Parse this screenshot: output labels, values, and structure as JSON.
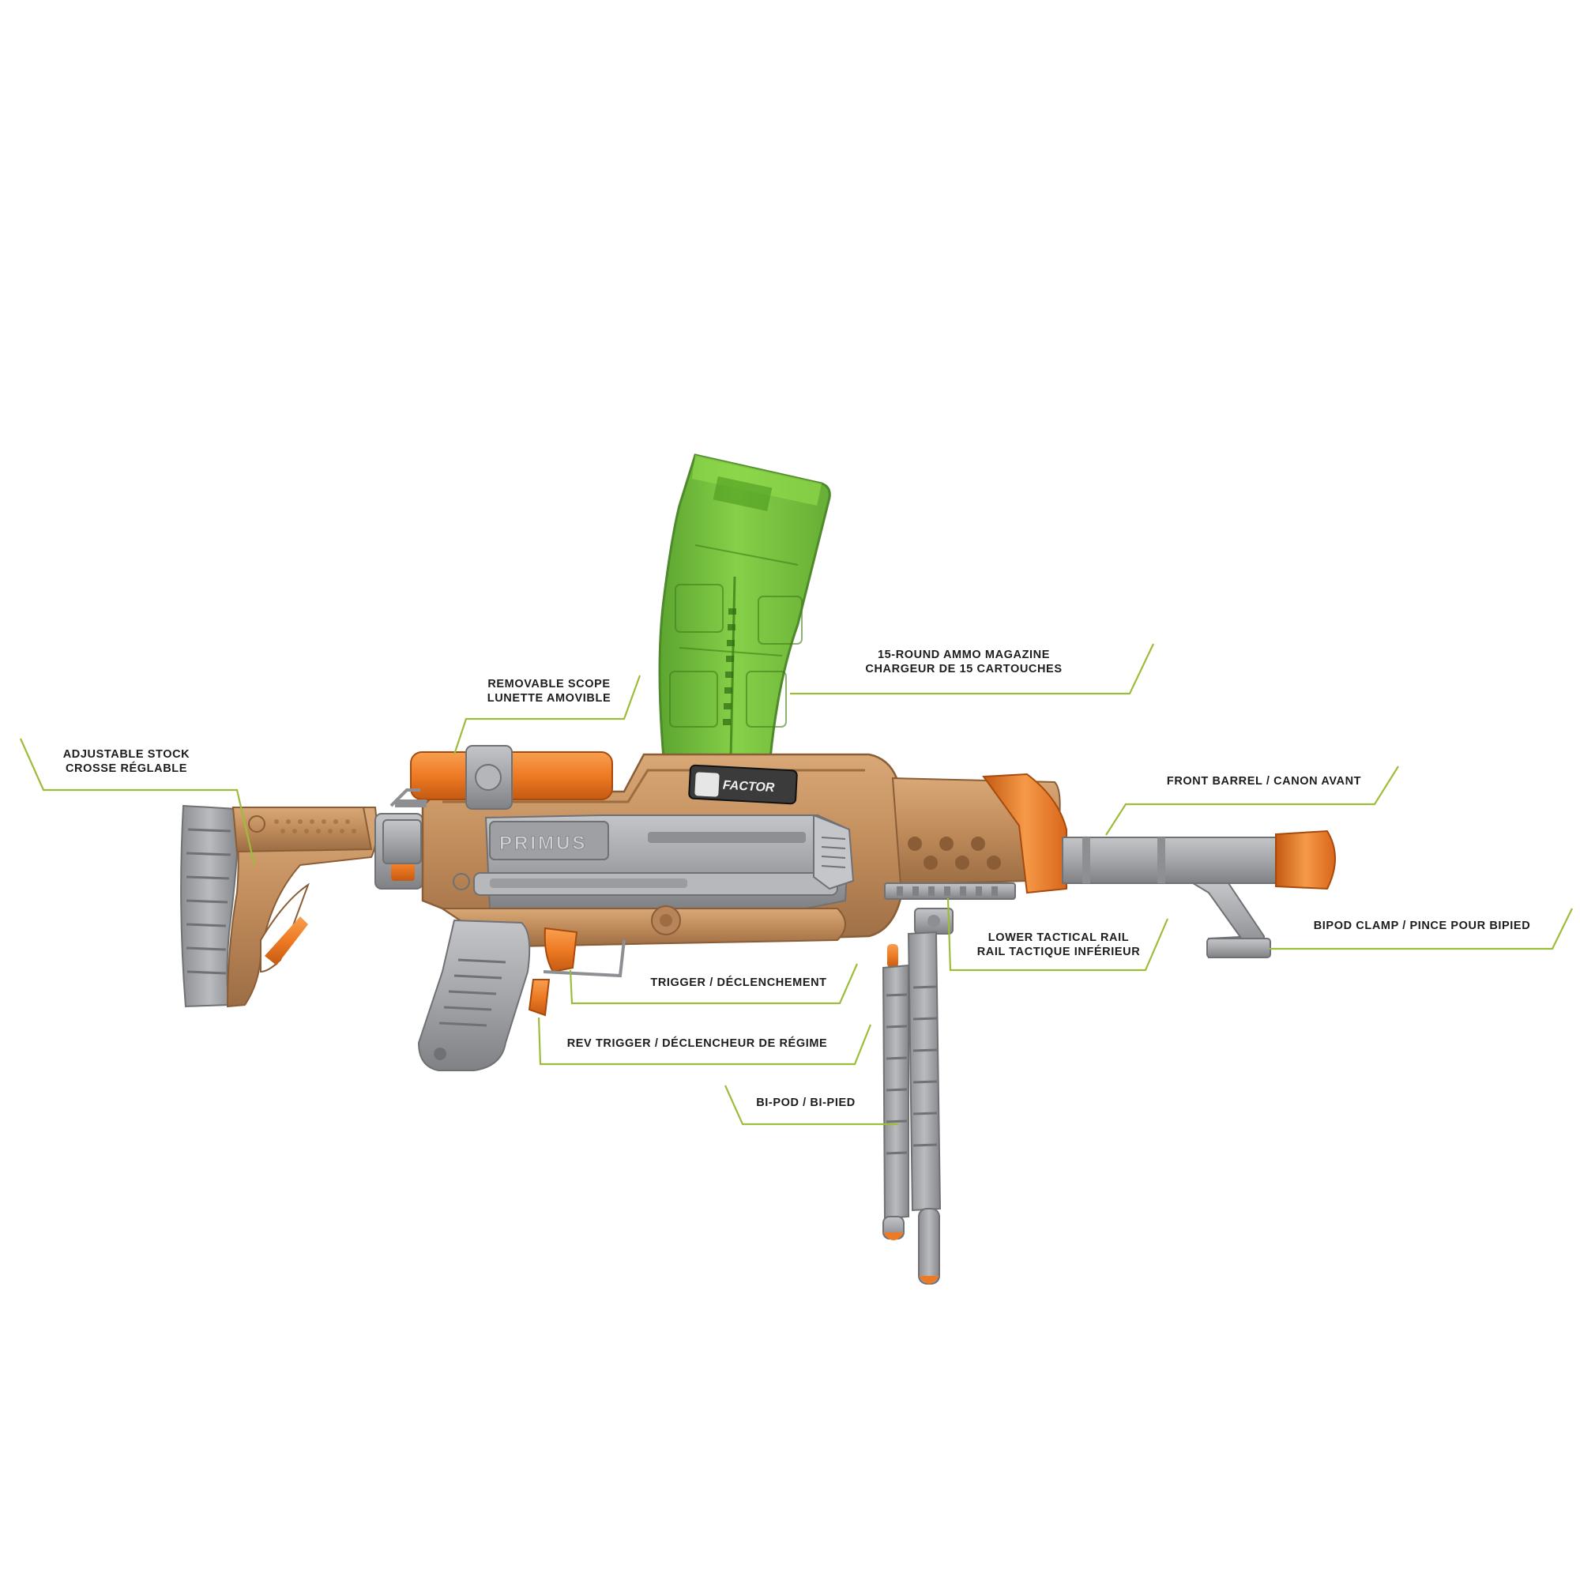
{
  "labels": {
    "magazine": {
      "en": "15-ROUND AMMO MAGAZINE",
      "fr": "CHARGEUR DE 15 CARTOUCHES"
    },
    "scope": {
      "en": "REMOVABLE SCOPE",
      "fr": "LUNETTE AMOVIBLE"
    },
    "stock": {
      "en": "ADJUSTABLE STOCK",
      "fr": "CROSSE RÉGLABLE"
    },
    "front_barrel": "FRONT BARREL / CANON AVANT",
    "lower_rail": {
      "en": "LOWER TACTICAL RAIL",
      "fr": "RAIL TACTIQUE INFÉRIEUR"
    },
    "bipod_clamp": "BIPOD CLAMP / PINCE POUR BIPIED",
    "trigger": "TRIGGER / DÉCLENCHEMENT",
    "rev_trigger": "REV TRIGGER / DÉCLENCHEUR DE RÉGIME",
    "bipod": "BI-POD / BI-PIED"
  },
  "blaster": {
    "logo_text": "FACTOR",
    "model_name": "PRIMUS"
  },
  "colors": {
    "bronze": "#c49262",
    "grey": "#a7a9ad",
    "orange": "#ee7a24",
    "green": "#6abf2a",
    "callout_line": "#9dbd3a"
  }
}
